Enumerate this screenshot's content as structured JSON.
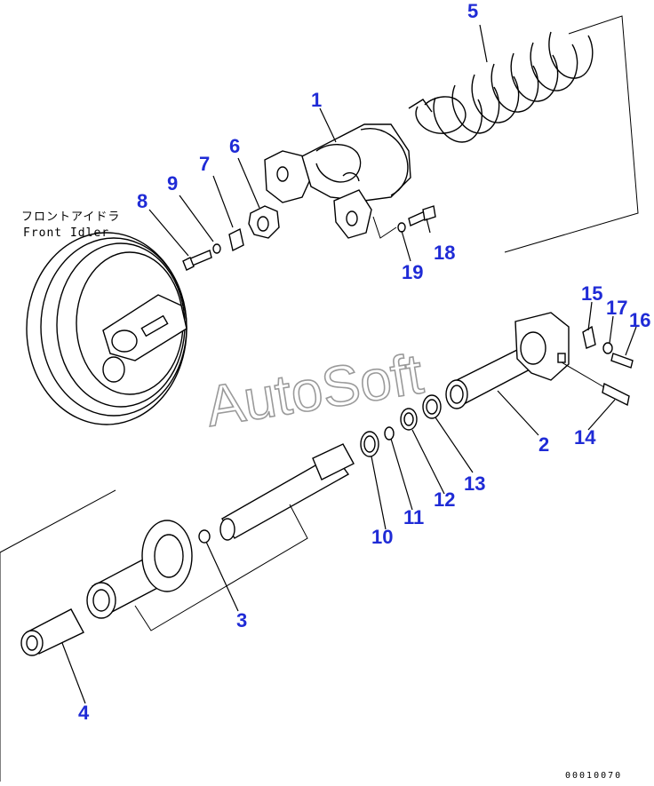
{
  "caption": {
    "jp": "フロントアイドラ",
    "en": "Front Idler"
  },
  "watermark": "AutoSoft",
  "drawing_code": "00010070",
  "callouts": [
    {
      "id": "c1",
      "label": "1"
    },
    {
      "id": "c2",
      "label": "2"
    },
    {
      "id": "c3",
      "label": "3"
    },
    {
      "id": "c4",
      "label": "4"
    },
    {
      "id": "c5",
      "label": "5"
    },
    {
      "id": "c6",
      "label": "6"
    },
    {
      "id": "c7",
      "label": "7"
    },
    {
      "id": "c8",
      "label": "8"
    },
    {
      "id": "c9",
      "label": "9"
    },
    {
      "id": "c10",
      "label": "10"
    },
    {
      "id": "c11",
      "label": "11"
    },
    {
      "id": "c12",
      "label": "12"
    },
    {
      "id": "c13",
      "label": "13"
    },
    {
      "id": "c14",
      "label": "14"
    },
    {
      "id": "c15",
      "label": "15"
    },
    {
      "id": "c16",
      "label": "16"
    },
    {
      "id": "c17",
      "label": "17"
    },
    {
      "id": "c18",
      "label": "18"
    },
    {
      "id": "c19",
      "label": "19"
    }
  ],
  "colors": {
    "callout": "#1f2bd6",
    "line": "#000000",
    "watermark": "#9a9a9a"
  }
}
